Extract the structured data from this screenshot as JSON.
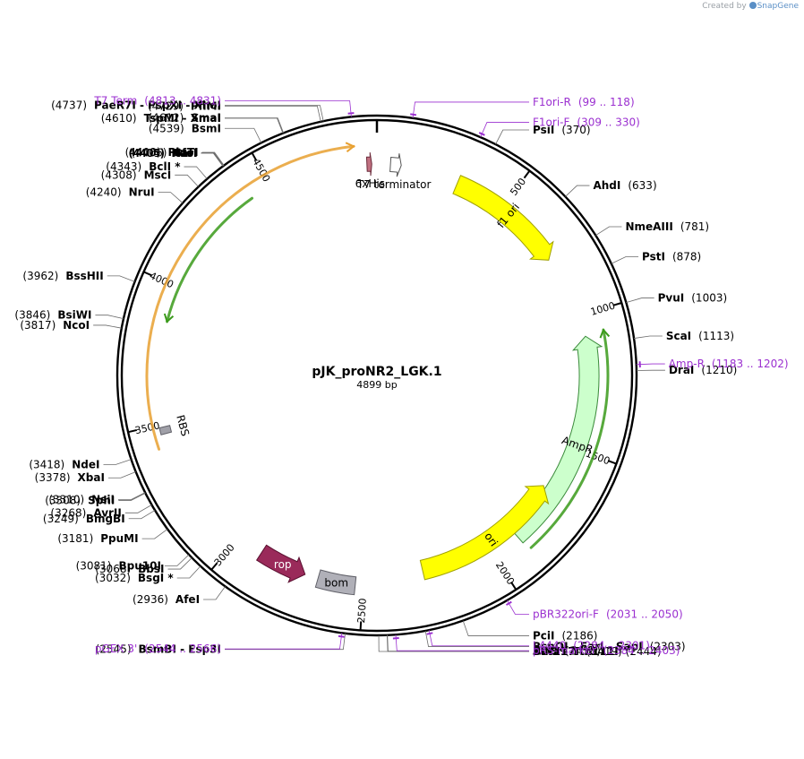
{
  "credit": {
    "prefix": "Created by",
    "brand": "SnapGene"
  },
  "plasmid": {
    "name": "pJK_proNR2_LGK.1",
    "size_label": "4899 bp",
    "length": 4899
  },
  "ticks": [
    {
      "pos": 500,
      "label": "500"
    },
    {
      "pos": 1000,
      "label": "1000"
    },
    {
      "pos": 1500,
      "label": "1500"
    },
    {
      "pos": 2000,
      "label": "2000"
    },
    {
      "pos": 2500,
      "label": "2500"
    },
    {
      "pos": 3000,
      "label": "3000"
    },
    {
      "pos": 3500,
      "label": "3500"
    },
    {
      "pos": 4000,
      "label": "4000"
    },
    {
      "pos": 4500,
      "label": "4500"
    }
  ],
  "features": [
    {
      "id": "f1ori",
      "label": "f1 ori",
      "start": 309,
      "end": 764,
      "dir": 1,
      "ring": "mid",
      "fill": "#ffff00",
      "stroke": "#a0a000",
      "text_color": "#000000"
    },
    {
      "id": "ampr",
      "label": "AmpR",
      "start": 1080,
      "end": 1890,
      "dir": -1,
      "ring": "in",
      "fill": "#ccffcc",
      "stroke": "#3a8a3a",
      "text_color": "#000000"
    },
    {
      "id": "ori",
      "label": "ori",
      "start": 1680,
      "end": 2270,
      "dir": -1,
      "ring": "in",
      "fill": "#ffff00",
      "stroke": "#a0a000",
      "text_color": "#000000"
    },
    {
      "id": "rop",
      "label": "rop",
      "start": 2720,
      "end": 2900,
      "dir": -1,
      "ring": "in",
      "fill": "#9a2a5a",
      "stroke": "#5a1030",
      "text_color": "#ffffff"
    },
    {
      "id": "bom",
      "label": "bom",
      "start": 2530,
      "end": 2670,
      "dir": 0,
      "ring": "in",
      "fill": "#b0b0b8",
      "stroke": "#606068",
      "text_color": "#000000"
    },
    {
      "id": "rbs",
      "label": "RBS",
      "start": 3465,
      "end": 3490,
      "dir": 0,
      "ring": "rbs",
      "fill": "#a0a0a8",
      "stroke": "#606068",
      "text_color": "#000000"
    },
    {
      "id": "his",
      "label": "6xHis",
      "start": 4862,
      "end": 4880,
      "dir": 1,
      "ring": "small",
      "fill": "#c07080",
      "stroke": "#6a2a3a",
      "text_color": "#000000"
    },
    {
      "id": "t7term",
      "label": "T7 terminator",
      "start": 50,
      "end": 90,
      "dir": 1,
      "ring": "small",
      "fill": "#ffffff",
      "stroke": "#555555",
      "text_color": "#000000"
    }
  ],
  "orf_arcs": [
    {
      "id": "orf-green-right",
      "start": 1070,
      "end": 1880,
      "dir": -1,
      "color": "#3a9a1a"
    },
    {
      "id": "orf-orange-left",
      "start": 3420,
      "end": 4820,
      "dir": 1,
      "color": "#e8a030"
    },
    {
      "id": "orf-green-left",
      "start": 3870,
      "end": 4420,
      "dir": -1,
      "color": "#3a9a1a"
    }
  ],
  "primers": [
    {
      "pos": 4822,
      "name": "T7 Term",
      "range": "(4813 .. 4831)",
      "side": "left"
    },
    {
      "pos": 108,
      "name": "F1ori-R",
      "range": "(99 .. 118)",
      "side": "right"
    },
    {
      "pos": 320,
      "name": "F1ori-F",
      "range": "(309 .. 330)",
      "side": "right"
    },
    {
      "pos": 1192,
      "name": "Amp-R",
      "range": "(1183 .. 1202)",
      "side": "right"
    },
    {
      "pos": 2040,
      "name": "pBR322ori-F",
      "range": "(2031 .. 2050)",
      "side": "right"
    },
    {
      "pos": 2292,
      "name": "L4440",
      "range": "(2284 .. 2301)",
      "side": "right"
    },
    {
      "pos": 2393,
      "name": "pRS-marker",
      "range": "(2384 .. 2403)",
      "side": "right"
    },
    {
      "pos": 2555,
      "name": "pGEX 3'",
      "range": "(2544 .. 2566)",
      "side": "left"
    }
  ],
  "sites": [
    {
      "pos": 370,
      "names": "PsiI",
      "num": "(370)",
      "side": "right"
    },
    {
      "pos": 633,
      "names": "AhdI",
      "num": "(633)",
      "side": "right"
    },
    {
      "pos": 781,
      "names": "NmeAIII",
      "num": "(781)",
      "side": "right"
    },
    {
      "pos": 878,
      "names": "PstI",
      "num": "(878)",
      "side": "right"
    },
    {
      "pos": 1003,
      "names": "PvuI",
      "num": "(1003)",
      "side": "right"
    },
    {
      "pos": 1113,
      "names": "ScaI",
      "num": "(1113)",
      "side": "right"
    },
    {
      "pos": 1210,
      "names": "DraI",
      "num": "(1210)",
      "side": "right"
    },
    {
      "pos": 2186,
      "names": "PciI",
      "num": "(2186)",
      "side": "right"
    },
    {
      "pos": 2303,
      "names": "BspQI  -  EarI  -  SapI",
      "num": "(2303)",
      "side": "right"
    },
    {
      "pos": 2418,
      "names": "AccI",
      "num": "(2418)",
      "side": "right"
    },
    {
      "pos": 2419,
      "names": "BstZ17I",
      "num": "(2419)",
      "side": "right"
    },
    {
      "pos": 2444,
      "names": "PflFI  -  Tth111I",
      "num": "(2444)",
      "side": "right"
    },
    {
      "pos": 2545,
      "names": "BsmBI  -  Esp3I",
      "num": "(2545)",
      "side": "left"
    },
    {
      "pos": 2936,
      "names": "AfeI",
      "num": "(2936)",
      "side": "left"
    },
    {
      "pos": 3032,
      "names": "BsgI *",
      "num": "(3032)",
      "side": "left"
    },
    {
      "pos": 3068,
      "names": "BbsI",
      "num": "(3068)",
      "side": "left"
    },
    {
      "pos": 3081,
      "names": "Bpu10I",
      "num": "(3081)",
      "side": "left"
    },
    {
      "pos": 3181,
      "names": "PpuMI",
      "num": "(3181)",
      "side": "left"
    },
    {
      "pos": 3249,
      "names": "BmgBI",
      "num": "(3249)",
      "side": "left"
    },
    {
      "pos": 3268,
      "names": "AvrII",
      "num": "(3268)",
      "side": "left"
    },
    {
      "pos": 3308,
      "names": "SphI",
      "num": "(3308)",
      "side": "left"
    },
    {
      "pos": 3310,
      "names": "NsiI",
      "num": "(3310)",
      "side": "left"
    },
    {
      "pos": 3378,
      "names": "XbaI",
      "num": "(3378)",
      "side": "left"
    },
    {
      "pos": 3418,
      "names": "NdeI",
      "num": "(3418)",
      "side": "left"
    },
    {
      "pos": 3817,
      "names": "NcoI",
      "num": "(3817)",
      "side": "left"
    },
    {
      "pos": 3846,
      "names": "BsiWI",
      "num": "(3846)",
      "side": "left"
    },
    {
      "pos": 3962,
      "names": "BssHII",
      "num": "(3962)",
      "side": "left"
    },
    {
      "pos": 4240,
      "names": "NruI",
      "num": "(4240)",
      "side": "left"
    },
    {
      "pos": 4308,
      "names": "MscI",
      "num": "(4308)",
      "side": "left"
    },
    {
      "pos": 4343,
      "names": "BclI *",
      "num": "(4343)",
      "side": "left"
    },
    {
      "pos": 4404,
      "names": "KasI",
      "num": "(4404)",
      "side": "left"
    },
    {
      "pos": 4405,
      "names": "NarI",
      "num": "(4405)",
      "side": "left"
    },
    {
      "pos": 4406,
      "names": "SfoI",
      "num": "(4406)",
      "side": "left"
    },
    {
      "pos": 4408,
      "names": "PluTI",
      "num": "(4408)",
      "side": "left"
    },
    {
      "pos": 4539,
      "names": "BsmI",
      "num": "(4539)",
      "side": "left"
    },
    {
      "pos": 4610,
      "names": "TspMI  -  XmaI",
      "num": "(4610)",
      "side": "left"
    },
    {
      "pos": 4612,
      "names": "SmaI",
      "num": "(4612)",
      "side": "left"
    },
    {
      "pos": 4729,
      "names": "PflMI",
      "num": "(4729)",
      "side": "left"
    },
    {
      "pos": 4737,
      "names": "PaeR7I  -  PspXI  -  XhoI",
      "num": "(4737)",
      "side": "left"
    }
  ]
}
